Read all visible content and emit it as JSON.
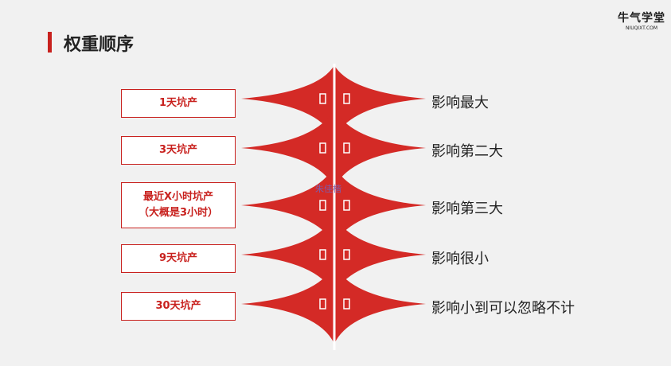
{
  "title": "权重顺序",
  "logo": {
    "name": "牛气学堂",
    "domain": "NIUQIXT.COM"
  },
  "watermark": "朱佳楷",
  "accent": "#c8211e",
  "rows": [
    {
      "factor": "1天坑产",
      "impact": "影响最大"
    },
    {
      "factor": "3天坑产",
      "impact": "影响第二大"
    },
    {
      "factor": "最近X小时坑产",
      "factor_note": "（大概是3小时）",
      "impact": "影响第三大"
    },
    {
      "factor": "9天坑产",
      "impact": "影响很小"
    },
    {
      "factor": "30天坑产",
      "impact": "影响小到可以忽略不计"
    }
  ]
}
